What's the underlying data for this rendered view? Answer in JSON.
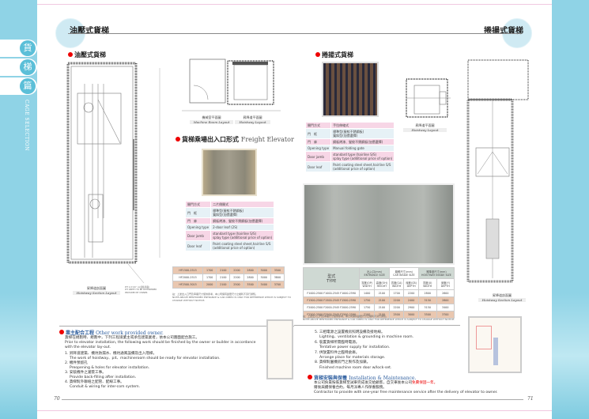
{
  "left_page": {
    "sidebar_tabs": [
      "貨",
      "梯",
      "篇"
    ],
    "sidebar_vertical": "CAGE SELECTION",
    "title": "油壓式貨梯",
    "section_hydraulic": "油壓式貨梯",
    "plan_captions": [
      {
        "cn": "機械室平面圖",
        "en": "Machine Room Layout"
      },
      {
        "cn": "昇降道平面圖",
        "en": "Hoistway Layout"
      }
    ],
    "section_caption": {
      "cn": "昇降道剖面圖",
      "en": "Hoistway Section Layout"
    },
    "section_note": "PIT 1.0 t/m² (以底板承載)\nPIT DEPTH TO BE DETERMINED\nPROVIDED BY OWNER",
    "entrance_heading": {
      "cn": "貨梯乘場出入口形式",
      "en": "Freight Elevator"
    },
    "spec_table": [
      [
        "開門方式",
        "二片側開式"
      ],
      [
        "門　框",
        "標準型(髮紋不銹鋼板)\n寬斜型(加價選擇)"
      ],
      [
        "門　扉",
        "鋼板烤漆、髮紋不銹鋼板(加價選擇)"
      ],
      [
        "Opening type",
        "2-door leaf (2S)"
      ],
      [
        "Door jamb",
        "standard type (hairline S/S)\nsplay type (additional price of option)"
      ],
      [
        "Door leaf",
        "Paint coating steel sheet,hairline S/S\n(additional price of option)"
      ]
    ],
    "dim_table": [
      [
        "HF1500-2515",
        "1700",
        "2100",
        "2200",
        "2800",
        "3000",
        "3500"
      ],
      [
        "HF2000-2515",
        "1700",
        "2100",
        "2200",
        "2800",
        "3000",
        "3800"
      ],
      [
        "HF2500-3015",
        "2000",
        "2100",
        "2500",
        "3500",
        "3400",
        "3700"
      ]
    ],
    "table_note": "註：上述出入口門及車廂尺寸僅供參考，本公司保有變更尺寸之權利不另行通知。\nNOTE:ABOVE MENTIONED ENTRANCE & CAR DIMEO IS ONLY FOR REFERENCE WHICH IS SUBJECT TO CHANGE WITHOUT NOTICE.",
    "owner_work": {
      "heading_cn": "業主配合工程",
      "heading_en": "Other work provided owner.",
      "intro_cn": "貨梯在規劃時、規劃中，下列工程請業主或承包建築業者，依本公司圖面配合施工。",
      "intro_en": "Prior to elevator installation, the following work should be finished by the owner or builder in accordance with the elevator lay-out.",
      "items": [
        {
          "cn": "1. 昇降道建築、機坑防漏水、機坑通風設備及出入階梯。",
          "en": "The work of hoistway、pit、machineroom should be ready for elevator installation."
        },
        {
          "cn": "2. 機件預留孔",
          "en": "Preopening & holes for elevator installation."
        },
        {
          "cn": "3. 安裝機件之灌漿工事。",
          "en": "Provide back-filling after installation."
        },
        {
          "cn": "4. 貨梯對外聯絡之配管、配線工事。",
          "en": "Conduit & wiring for inter-com system."
        }
      ]
    },
    "page_number": "70"
  },
  "right_page": {
    "title": "捲揚式貨梯",
    "section_traction": "捲揚式貨梯",
    "plan_caption": {
      "cn": "昇降道平面圖",
      "en": "Hoistway Layout"
    },
    "section_caption": {
      "cn": "昇降道剖面圖",
      "en": "Hoistway Section Layout"
    },
    "spec_table": [
      [
        "開門方式",
        "手拉伸縮式"
      ],
      [
        "門　框",
        "標準型(髮紋不銹鋼板)\n寬斜型(加價選擇)"
      ],
      [
        "門　扉",
        "鋼板烤漆、髮紋不銹鋼板(加價選擇)"
      ],
      [
        "Opening type",
        "Manual folding gate"
      ],
      [
        "Door jamb",
        "standard type (hairline S/S)\nsplay type (additional price of option)"
      ],
      [
        "Door leaf",
        "Paint coating steel sheet,hairline S/S\n(additional price of option)"
      ]
    ],
    "dim_table": {
      "type_header": "型式\nTYPE",
      "groups": [
        "出入口(mm)\nENTRANCE SIZE",
        "箱體尺寸(mm)\nCAR INSIDE SIZE",
        "昇降道尺寸(mm)\nHOISTWAY INSIDE SIZE"
      ],
      "subheaders": [
        "寬度(OP)\nWIDTH",
        "高度(OH)\nHEIGHT",
        "寬度(CA)\nWIDTH",
        "深度(CB)\nDEPTH",
        "寬度(X)\nWIDTH",
        "深度(Y)\nDEPTH"
      ],
      "rows": [
        [
          "F1000-2500  F1000-2545  F1000-2590",
          "1400",
          "2100",
          "1700",
          "2200",
          "2800",
          "2600"
        ],
        [
          "F1500-2500  F1500-2545  F1500-2590",
          "1750",
          "2100",
          "2200",
          "2400",
          "3150",
          "2800"
        ],
        [
          "F2000-2500  F2000-2545  F2000-2590",
          "1750",
          "2100",
          "2200",
          "2900",
          "3150",
          "3400"
        ],
        [
          "F2500-2500  F2500-2545  F2500-2590",
          "2100",
          "2100",
          "2500",
          "3000",
          "3500",
          "3700"
        ]
      ]
    },
    "table_note": "註：上述出入口門及車廂尺寸僅供參考，本公司保有變更尺寸之權利不另行通知。\nNOTE:ABOVE MENTIONED ENTRANCE & CAR DIMEO IS ONLY FOR REFERENCE WHICH IS SUBJECT TO CHANGE WITHOUT NOTICE.",
    "items": [
      {
        "cn": "5. 三相電源之設置機房照明設備及接地線。",
        "en": "Lighting、ventilation & grounding in machine room."
      },
      {
        "cn": "6. 裝置貨梯所需臨時電源。",
        "en": "Tentative power supply for installation."
      },
      {
        "cn": "7. 供放置料件之臨時倉庫。",
        "en": "Arrange place for materials storage."
      },
      {
        "cn": "8. 貨梯對園機房門之製作及加鎖。",
        "en": "Finished machine room door w/lock-set."
      }
    ],
    "maintenance": {
      "heading_cn": "貨梯安裝與保養",
      "heading_en": "Installation & Maintenance.",
      "line1": "本公司負責按裝貨梯至試車完成後交給顧客，自交車後本公司",
      "line1_red": "免費保固一年。",
      "line2": "爾後與續保養合約，每月派專人作保養服務。",
      "line3": "Contractor to provide with one-year free maintenance service after the delivery of elevator to owner."
    },
    "page_number": "71"
  },
  "colors": {
    "sidebar": "#8fd3e6",
    "accent_red": "#e00000",
    "pink_row": "#f7d6e6",
    "table_brown": "#e9c7b0"
  }
}
